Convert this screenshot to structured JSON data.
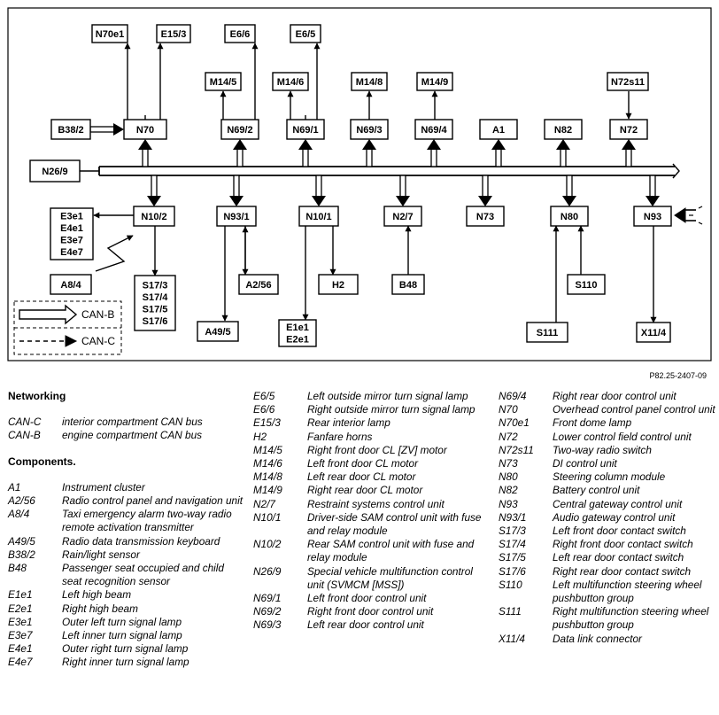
{
  "reference": "P82.25-2407-09",
  "legend_can": {
    "can_b": "CAN-B",
    "can_c": "CAN-C"
  },
  "boxes": {
    "N70e1": "N70e1",
    "E15_3": "E15/3",
    "E6_6": "E6/6",
    "E6_5": "E6/5",
    "M14_5": "M14/5",
    "M14_6": "M14/6",
    "M14_8": "M14/8",
    "M14_9": "M14/9",
    "N72s11": "N72s11",
    "B38_2": "B38/2",
    "N70": "N70",
    "N69_2": "N69/2",
    "N69_1": "N69/1",
    "N69_3": "N69/3",
    "N69_4": "N69/4",
    "A1": "A1",
    "N82": "N82",
    "N72": "N72",
    "N26_9": "N26/9",
    "E3e1": [
      "E3e1",
      "E4e1",
      "E3e7",
      "E4e7"
    ],
    "N10_2": "N10/2",
    "N93_1": "N93/1",
    "N10_1": "N10/1",
    "N2_7": "N2/7",
    "N73": "N73",
    "N80": "N80",
    "N93": "N93",
    "A8_4": "A8/4",
    "S17": [
      "S17/3",
      "S17/4",
      "S17/5",
      "S17/6"
    ],
    "A2_56": "A2/56",
    "H2": "H2",
    "B48": "B48",
    "S110": "S110",
    "A49_5": "A49/5",
    "E1e1": [
      "E1e1",
      "E2e1"
    ],
    "S111": "S111",
    "X11_4": "X11/4"
  },
  "legend": {
    "networking_heading": "Networking",
    "networking": [
      {
        "code": "CAN-C",
        "desc": "interior compartment CAN bus"
      },
      {
        "code": "CAN-B",
        "desc": "engine compartment CAN bus"
      }
    ],
    "components_heading": "Components.",
    "col1": [
      {
        "code": "A1",
        "desc": "Instrument cluster"
      },
      {
        "code": "A2/56",
        "desc": "Radio control panel and navigation unit"
      },
      {
        "code": "A8/4",
        "desc": "Taxi emergency alarm two-way radio remote activation transmitter"
      },
      {
        "code": "A49/5",
        "desc": "Radio data transmission keyboard"
      },
      {
        "code": "B38/2",
        "desc": "Rain/light sensor"
      },
      {
        "code": "B48",
        "desc": "Passenger seat occupied and child seat recognition sensor"
      },
      {
        "code": "E1e1",
        "desc": "Left high beam"
      },
      {
        "code": "E2e1",
        "desc": "Right high beam"
      },
      {
        "code": "E3e1",
        "desc": "Outer left turn signal lamp"
      },
      {
        "code": "E3e7",
        "desc": "Left inner turn signal lamp"
      },
      {
        "code": "E4e1",
        "desc": "Outer right turn signal lamp"
      },
      {
        "code": "E4e7",
        "desc": "Right inner turn signal lamp"
      }
    ],
    "col2": [
      {
        "code": "E6/5",
        "desc": "Left outside mirror turn signal lamp"
      },
      {
        "code": "E6/6",
        "desc": "Right outside mirror turn signal lamp"
      },
      {
        "code": "E15/3",
        "desc": "Rear interior lamp"
      },
      {
        "code": "H2",
        "desc": "Fanfare horns"
      },
      {
        "code": "M14/5",
        "desc": "Right front door CL [ZV] motor"
      },
      {
        "code": "M14/6",
        "desc": "Left front door CL motor"
      },
      {
        "code": "M14/8",
        "desc": "Left rear door CL motor"
      },
      {
        "code": "M14/9",
        "desc": "Right rear door CL motor"
      },
      {
        "code": "N2/7",
        "desc": "Restraint systems control unit"
      },
      {
        "code": "N10/1",
        "desc": "Driver-side SAM control unit with fuse and relay module"
      },
      {
        "code": "N10/2",
        "desc": "Rear SAM control unit with fuse and relay module"
      },
      {
        "code": "N26/9",
        "desc": "Special vehicle multifunction control unit (SVMCM [MSS])"
      },
      {
        "code": "N69/1",
        "desc": "Left front door control unit"
      },
      {
        "code": "N69/2",
        "desc": "Right front door control unit"
      },
      {
        "code": "N69/3",
        "desc": "Left rear door control unit"
      }
    ],
    "col3": [
      {
        "code": "N69/4",
        "desc": "Right rear door control unit"
      },
      {
        "code": "N70",
        "desc": "Overhead control panel control unit"
      },
      {
        "code": "N70e1",
        "desc": "Front dome lamp"
      },
      {
        "code": "N72",
        "desc": "Lower control field control unit"
      },
      {
        "code": "N72s11",
        "desc": "Two-way radio switch"
      },
      {
        "code": "N73",
        "desc": "DI control unit"
      },
      {
        "code": "N80",
        "desc": "Steering column module"
      },
      {
        "code": "N82",
        "desc": "Battery control unit"
      },
      {
        "code": "N93",
        "desc": "Central gateway control unit"
      },
      {
        "code": "N93/1",
        "desc": "Audio gateway control unit"
      },
      {
        "code": "S17/3",
        "desc": "Left front door contact switch"
      },
      {
        "code": "S17/4",
        "desc": "Right front door contact switch"
      },
      {
        "code": "S17/5",
        "desc": "Left rear door contact switch"
      },
      {
        "code": "S17/6",
        "desc": "Right rear door contact switch"
      },
      {
        "code": "S110",
        "desc": "Left multifunction steering wheel pushbutton group"
      },
      {
        "code": "S111",
        "desc": "Right multifunction steering wheel pushbutton group"
      },
      {
        "code": "X11/4",
        "desc": "Data link connector"
      }
    ]
  }
}
